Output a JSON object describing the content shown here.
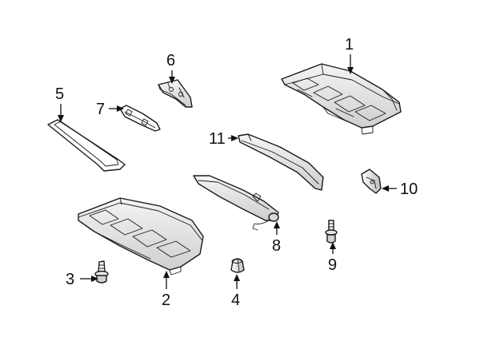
{
  "diagram": {
    "callouts": [
      {
        "id": "c1",
        "text": "1"
      },
      {
        "id": "c2",
        "text": "2"
      },
      {
        "id": "c3",
        "text": "3"
      },
      {
        "id": "c4",
        "text": "4"
      },
      {
        "id": "c5",
        "text": "5"
      },
      {
        "id": "c6",
        "text": "6"
      },
      {
        "id": "c7",
        "text": "7"
      },
      {
        "id": "c8",
        "text": "8"
      },
      {
        "id": "c9",
        "text": "9"
      },
      {
        "id": "c10",
        "text": "10"
      },
      {
        "id": "c11",
        "text": "11"
      }
    ],
    "colors": {
      "line": "#1a1a1a",
      "fill_light": "#ffffff",
      "fill_shade": "#e6e6e6",
      "fill_dark": "#b8b8b8"
    }
  }
}
